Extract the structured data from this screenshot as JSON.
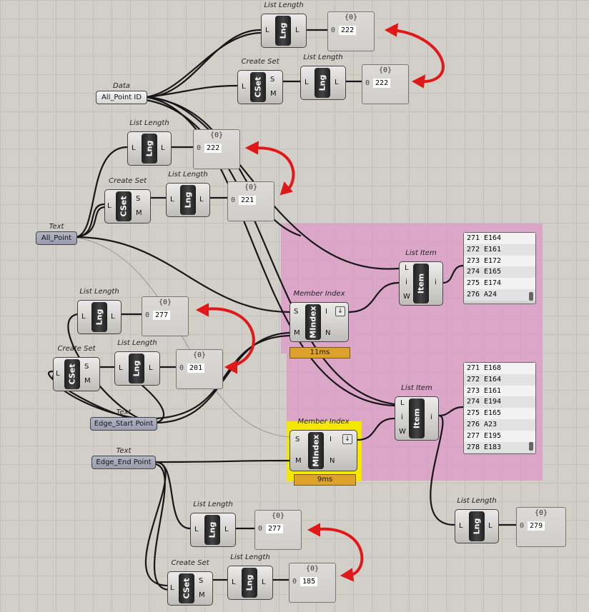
{
  "colors": {
    "canvas": "#d2cfc9",
    "group": "#de96c8",
    "wire": "#161616",
    "annotation": "#e01818",
    "timer": "#dca22a",
    "selected": "#f4e800"
  },
  "params": {
    "data_all_point_id": {
      "label": "Data",
      "value": "All_Point ID"
    },
    "text_all_point": {
      "label": "Text",
      "value": "All_Point"
    },
    "text_edge_start": {
      "label": "Text",
      "value": "Edge_Start Point"
    },
    "text_edge_end": {
      "label": "Text",
      "value": "Edge_End Point"
    }
  },
  "components": {
    "ll1": {
      "label": "List Length",
      "core": "Lng",
      "in": [
        "L"
      ],
      "out": [
        "L"
      ]
    },
    "cs1": {
      "label": "Create Set",
      "core": "CSet",
      "in": [
        "L"
      ],
      "out": [
        "S",
        "M"
      ]
    },
    "ll2": {
      "label": "List Length",
      "core": "Lng",
      "in": [
        "L"
      ],
      "out": [
        "L"
      ]
    },
    "ll3": {
      "label": "List Length",
      "core": "Lng",
      "in": [
        "L"
      ],
      "out": [
        "L"
      ]
    },
    "cs2": {
      "label": "Create Set",
      "core": "CSet",
      "in": [
        "L"
      ],
      "out": [
        "S",
        "M"
      ]
    },
    "ll4": {
      "label": "List Length",
      "core": "Lng",
      "in": [
        "L"
      ],
      "out": [
        "L"
      ]
    },
    "li1": {
      "label": "List Item",
      "core": "Item",
      "in": [
        "L",
        "i",
        "W"
      ],
      "out": [
        "i"
      ]
    },
    "mi1": {
      "label": "Member Index",
      "core": "MIndex",
      "in": [
        "S",
        "M"
      ],
      "out": [
        "I",
        "N"
      ]
    },
    "ll5": {
      "label": "List Length",
      "core": "Lng",
      "in": [
        "L"
      ],
      "out": [
        "L"
      ]
    },
    "cs3": {
      "label": "Create Set",
      "core": "CSet",
      "in": [
        "L"
      ],
      "out": [
        "S",
        "M"
      ]
    },
    "ll6": {
      "label": "List Length",
      "core": "Lng",
      "in": [
        "L"
      ],
      "out": [
        "L"
      ]
    },
    "li2": {
      "label": "List Item",
      "core": "Item",
      "in": [
        "L",
        "i",
        "W"
      ],
      "out": [
        "i"
      ]
    },
    "mi2": {
      "label": "Member Index",
      "core": "MIndex",
      "in": [
        "S",
        "M"
      ],
      "out": [
        "I",
        "N"
      ]
    },
    "ll7": {
      "label": "List Length",
      "core": "Lng",
      "in": [
        "L"
      ],
      "out": [
        "L"
      ]
    },
    "ll8": {
      "label": "List Length",
      "core": "Lng",
      "in": [
        "L"
      ],
      "out": [
        "L"
      ]
    },
    "cs4": {
      "label": "Create Set",
      "core": "CSet",
      "in": [
        "L"
      ],
      "out": [
        "S",
        "M"
      ]
    },
    "ll9": {
      "label": "List Length",
      "core": "Lng",
      "in": [
        "L"
      ],
      "out": [
        "L"
      ]
    }
  },
  "timers": {
    "mi1": "11ms",
    "mi2": "9ms"
  },
  "panels": {
    "p1": {
      "header": "{0}",
      "index": "0",
      "value": "222"
    },
    "p2": {
      "header": "{0}",
      "index": "0",
      "value": "222"
    },
    "p3": {
      "header": "{0}",
      "index": "0",
      "value": "222"
    },
    "p4": {
      "header": "{0}",
      "index": "0",
      "value": "221"
    },
    "p5": {
      "header": "{0}",
      "index": "0",
      "value": "277"
    },
    "p6": {
      "header": "{0}",
      "index": "0",
      "value": "201"
    },
    "p7": {
      "header": "{0}",
      "index": "0",
      "value": "279"
    },
    "p8": {
      "header": "{0}",
      "index": "0",
      "value": "277"
    },
    "p9": {
      "header": "{0}",
      "index": "0",
      "value": "185"
    }
  },
  "lists": {
    "list1": [
      {
        "index": "271",
        "value": "E164"
      },
      {
        "index": "272",
        "value": "E161"
      },
      {
        "index": "273",
        "value": "E172"
      },
      {
        "index": "274",
        "value": "E165"
      },
      {
        "index": "275",
        "value": "E174"
      },
      {
        "index": "276",
        "value": "A24"
      }
    ],
    "list2": [
      {
        "index": "271",
        "value": "E168"
      },
      {
        "index": "272",
        "value": "E164"
      },
      {
        "index": "273",
        "value": "E161"
      },
      {
        "index": "274",
        "value": "E194"
      },
      {
        "index": "275",
        "value": "E165"
      },
      {
        "index": "276",
        "value": "A23"
      },
      {
        "index": "277",
        "value": "E195"
      },
      {
        "index": "278",
        "value": "E183"
      }
    ]
  }
}
